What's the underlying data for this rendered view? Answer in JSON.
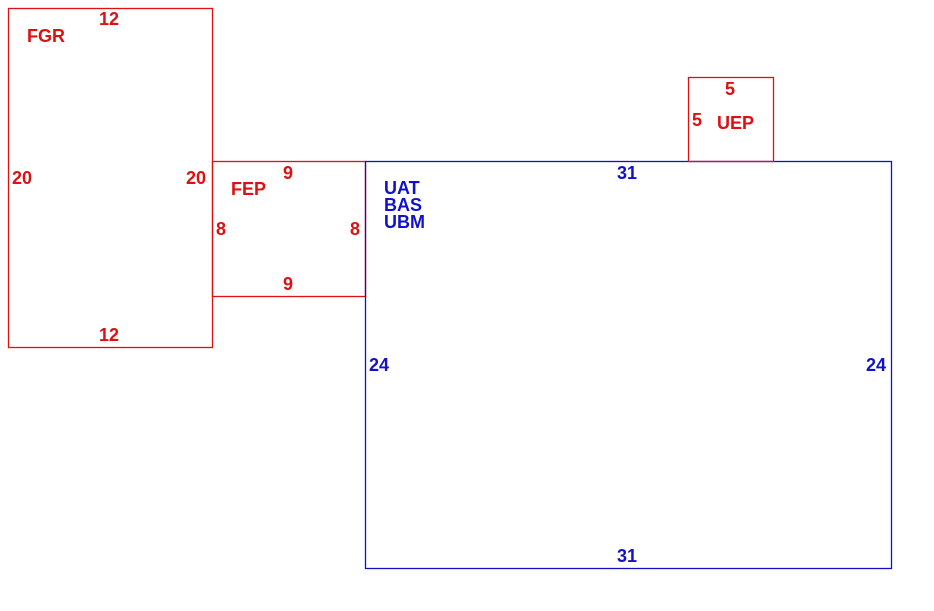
{
  "colors": {
    "red": "#dd1111",
    "blue": "#1111cc",
    "background": "#ffffff"
  },
  "rooms": {
    "fgr": {
      "label": "FGR",
      "color": "red",
      "dims": {
        "top": "12",
        "bottom": "12",
        "left": "20",
        "right": "20"
      }
    },
    "fep": {
      "label": "FEP",
      "color": "red",
      "dims": {
        "top": "9",
        "bottom": "9",
        "left": "8",
        "right": "8"
      }
    },
    "uep": {
      "label": "UEP",
      "color": "red",
      "dims": {
        "top": "5",
        "left": "5"
      }
    },
    "main": {
      "labels": [
        "UAT",
        "BAS",
        "UBM"
      ],
      "color": "blue",
      "dims": {
        "top": "31",
        "bottom": "31",
        "left": "24",
        "right": "24"
      }
    }
  }
}
